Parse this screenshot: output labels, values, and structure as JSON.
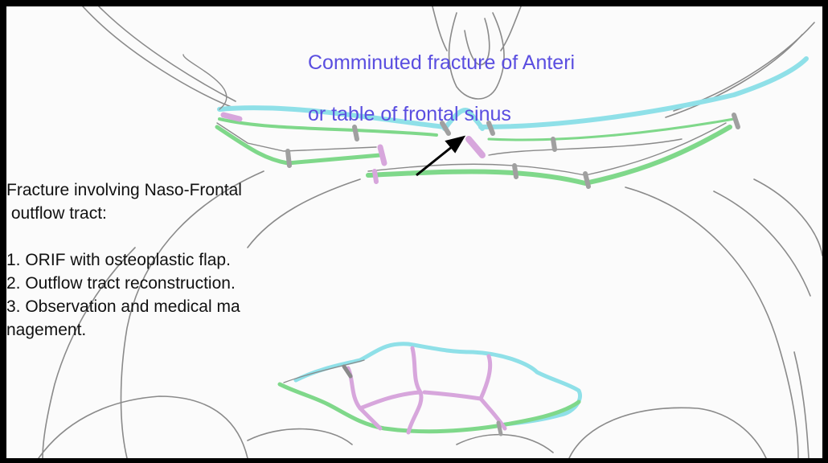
{
  "caption": {
    "line1": "Comminuted fracture of Anteri",
    "line2": "or table of frontal sinus"
  },
  "notes": {
    "heading1": "Fracture involving Naso-Frontal",
    "heading2": " outflow tract:",
    "items": [
      "1. ORIF with osteoplastic flap.",
      "2. Outflow tract reconstruction.",
      "3. Observation and medical ma",
      "nagement."
    ]
  },
  "colors": {
    "background": "#fbfbfb",
    "border": "#000000",
    "caption_text": "#5a4ee0",
    "bone_blue": "#8fe0e8",
    "bone_green": "#7fd88a",
    "fracture_pink": "#d7a6dc",
    "sketch_line": "#8a8a8a"
  }
}
